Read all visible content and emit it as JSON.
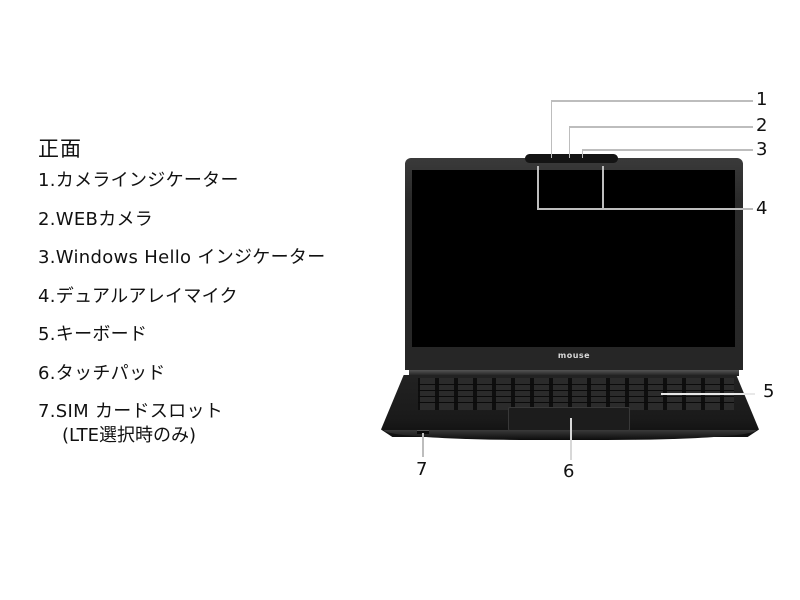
{
  "legend": {
    "title": "正面",
    "items": [
      "1.カメラインジケーター",
      "2.WEBカメラ",
      "3.Windows Hello インジケーター",
      "4.デュアルアレイマイク",
      "5.キーボード",
      "6.タッチパッド",
      "7.SIM カードスロット"
    ],
    "note": "(LTE選択時のみ)"
  },
  "laptop": {
    "brand": "mouse",
    "callouts": [
      "1",
      "2",
      "3",
      "4",
      "5",
      "6",
      "7"
    ]
  },
  "colors": {
    "callout_line": "#bdbdbd",
    "text": "#111111",
    "background": "#ffffff"
  }
}
